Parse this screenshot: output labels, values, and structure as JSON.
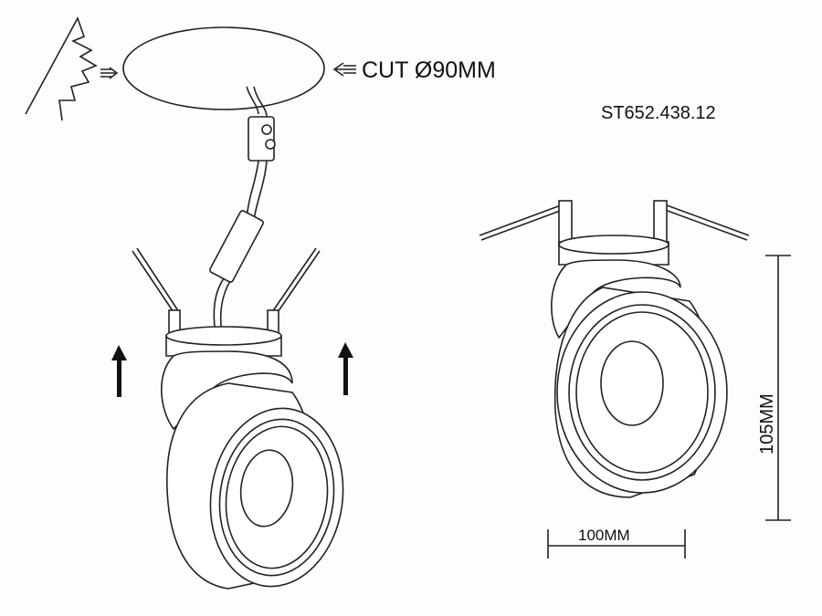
{
  "cut_label": "CUT Ø90MM",
  "model_number": "ST652.438.12",
  "height_dimension": "105MM",
  "width_dimension": "100MM",
  "colors": {
    "line": "#222222",
    "background": "#fdfdfd"
  }
}
